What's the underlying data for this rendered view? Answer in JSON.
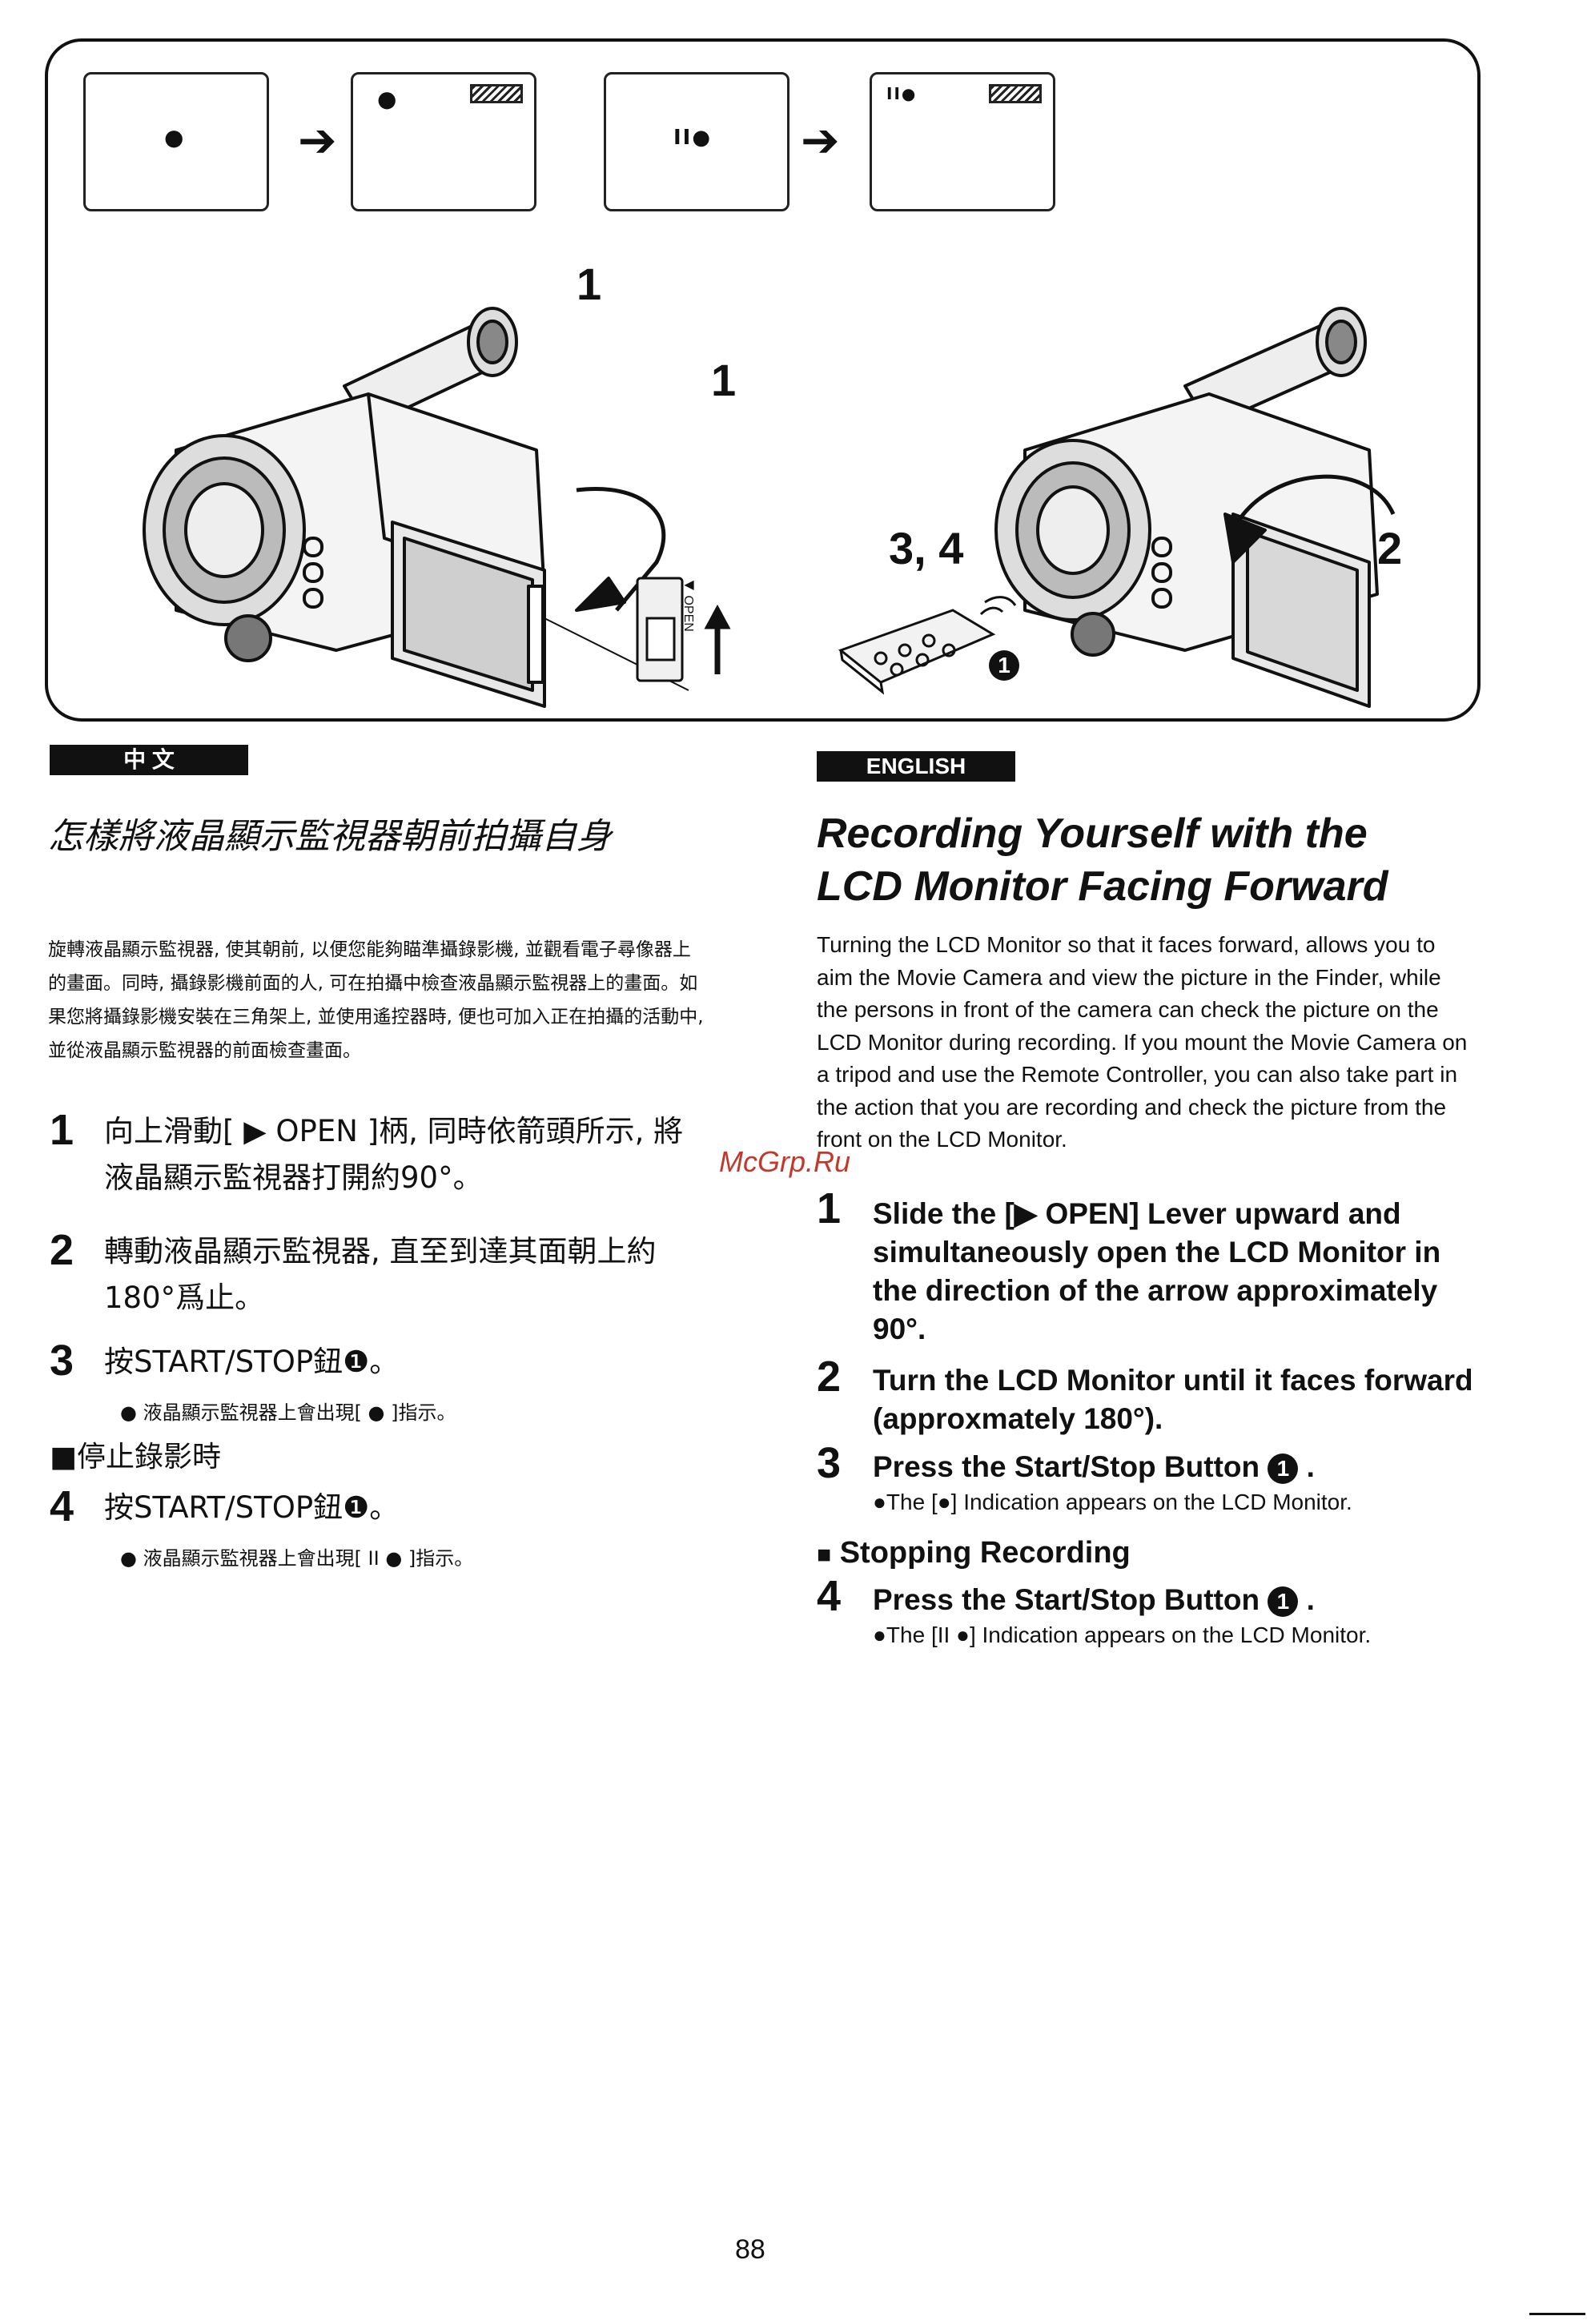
{
  "figure": {
    "screens": [
      {
        "indicator": "●",
        "battery": false
      },
      {
        "indicator": "●",
        "battery": true
      },
      {
        "indicator": "II●",
        "battery": false
      },
      {
        "indicator": "II●",
        "battery": true
      }
    ],
    "arrow": "➔",
    "callouts": {
      "left_step1_a": "1",
      "left_step1_b": "1",
      "right_step34": "3, 4",
      "right_step2": "2",
      "remote_marker": "1"
    },
    "lever_label": "◀ OPEN"
  },
  "chinese": {
    "tag": "中 文",
    "title": "怎樣將液晶顯示監視器朝前拍攝自身",
    "intro": "旋轉液晶顯示監視器, 使其朝前, 以便您能夠瞄準攝錄影機, 並觀看電子尋像器上的畫面。同時, 攝錄影機前面的人, 可在拍攝中檢查液晶顯示監視器上的畫面。如果您將攝錄影機安裝在三角架上, 並使用遙控器時, 便也可加入正在拍攝的活動中, 並從液晶顯示監視器的前面檢查畫面。",
    "step1_num": "1",
    "step1": "向上滑動[ ▶ OPEN ]柄, 同時依箭頭所示, 將液晶顯示監視器打開約90°。",
    "step2_num": "2",
    "step2": "轉動液晶顯示監視器, 直至到達其面朝上約180°爲止。",
    "step3_num": "3",
    "step3": "按START/STOP鈕❶。",
    "step3_note": "● 液晶顯示監視器上會出現[ ● ]指示。",
    "stop_heading": "■停止錄影時",
    "step4_num": "4",
    "step4": "按START/STOP鈕❶。",
    "step4_note": "● 液晶顯示監視器上會出現[ II ● ]指示。"
  },
  "english": {
    "tag": "ENGLISH",
    "title_line1": "Recording Yourself with the",
    "title_line2": "LCD Monitor Facing Forward",
    "intro": "Turning the LCD Monitor so that it faces forward, allows you to aim the Movie Camera and view the picture in the Finder, while the persons in front of the camera can check the picture on the LCD Monitor during recording. If you mount the Movie Camera on a tripod and use the Remote Controller, you can also take part in the action that you are recording and check the picture from the front on the LCD Monitor.",
    "step1_num": "1",
    "step1": "Slide the [▶ OPEN] Lever upward and simultaneously open the LCD Monitor in the direction of the arrow approximately 90°.",
    "step2_num": "2",
    "step2": "Turn the LCD Monitor until it faces forward (approxmately 180°).",
    "step3_num": "3",
    "step3": "Press the Start/Stop Button",
    "step3_note": "●The [●] Indication appears on the LCD Monitor.",
    "stop_heading": "Stopping Recording",
    "step4_num": "4",
    "step4": "Press the Start/Stop Button",
    "step4_note": "●The [II ●] Indication appears on the LCD Monitor.",
    "button_marker": "1"
  },
  "watermark": "McGrp.Ru",
  "page_number": "88"
}
